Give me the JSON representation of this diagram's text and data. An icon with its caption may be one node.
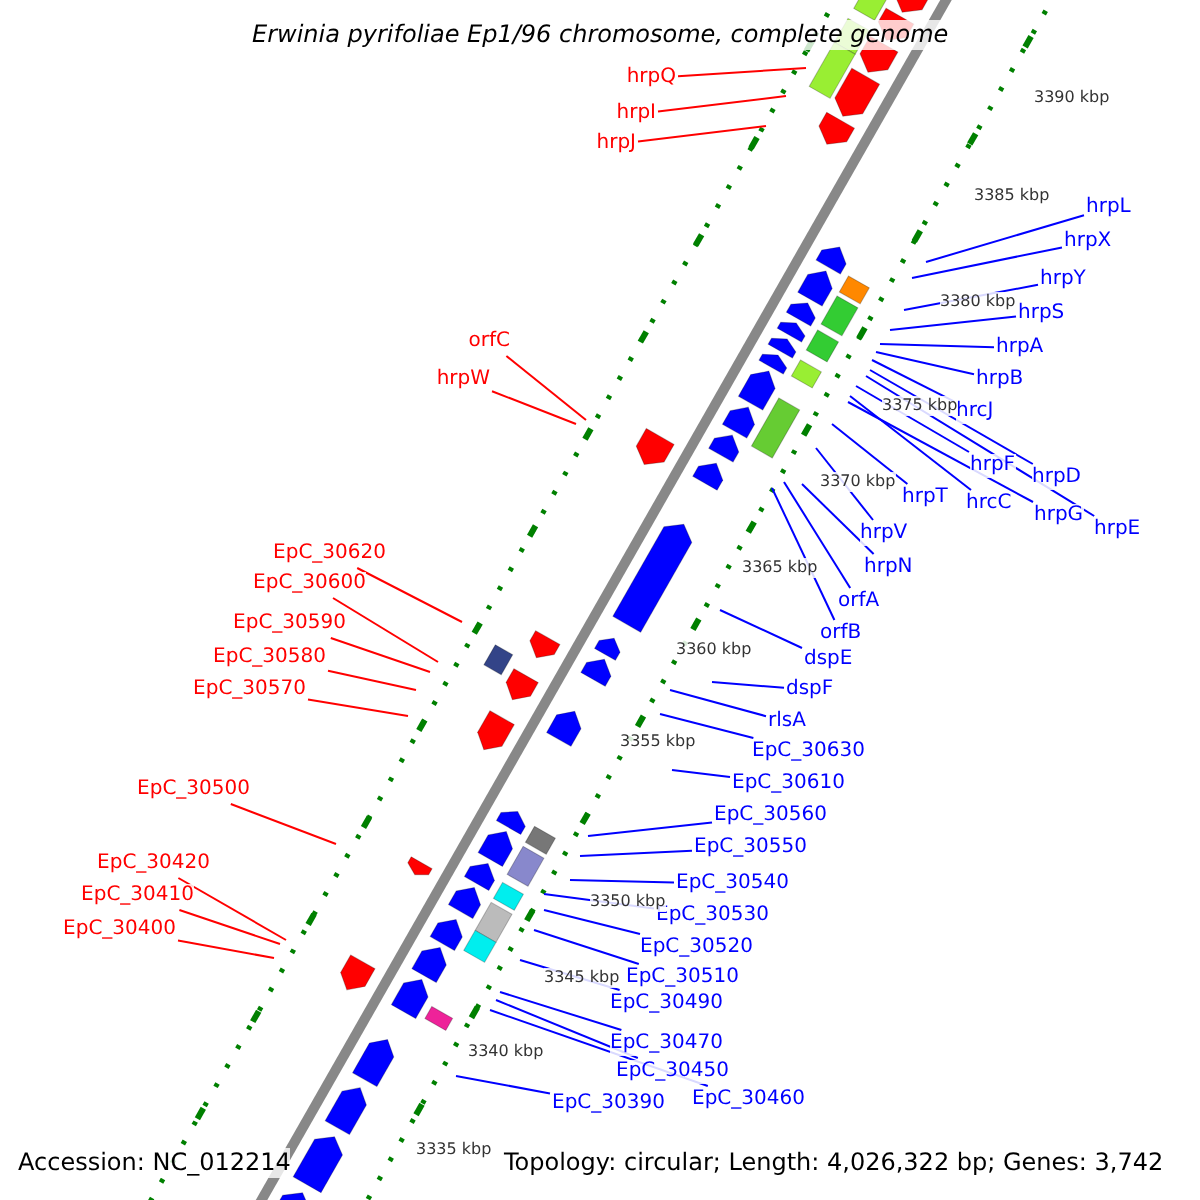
{
  "diagram": {
    "title": "Erwinia pyrifoliae Ep1/96 chromosome, complete genome",
    "nodes": [
      {
        "text": [
          "hrpQ"
        ]
      },
      {
        "text": [
          "hrpI"
        ]
      },
      {
        "text": [
          "hrpJ"
        ]
      },
      {
        "text": [
          "orfC"
        ]
      },
      {
        "text": [
          "hrpW"
        ]
      },
      {
        "text": [
          "EpC_30620"
        ]
      },
      {
        "text": [
          "EpC_30600"
        ]
      },
      {
        "text": [
          "EpC_30590"
        ]
      },
      {
        "text": [
          "EpC_30580"
        ]
      },
      {
        "text": [
          "EpC_30570"
        ]
      },
      {
        "text": [
          "EpC_30500"
        ]
      },
      {
        "text": [
          "EpC_30420"
        ]
      },
      {
        "text": [
          "EpC_30410"
        ]
      },
      {
        "text": [
          "EpC_30400"
        ]
      },
      {
        "text": [
          "hrpL"
        ]
      },
      {
        "text": [
          "hrpX"
        ]
      },
      {
        "text": [
          "hrpY"
        ]
      },
      {
        "text": [
          "hrpS"
        ]
      },
      {
        "text": [
          "hrpA"
        ]
      },
      {
        "text": [
          "hrpB"
        ]
      },
      {
        "text": [
          "hrcJ"
        ]
      },
      {
        "text": [
          "hrpF"
        ]
      },
      {
        "text": [
          "hrpD"
        ]
      },
      {
        "text": [
          "hrcC"
        ]
      },
      {
        "text": [
          "hrpG"
        ]
      },
      {
        "text": [
          "hrpE"
        ]
      },
      {
        "text": [
          "hrpT"
        ]
      },
      {
        "text": [
          "hrpV"
        ]
      },
      {
        "text": [
          "hrpN"
        ]
      },
      {
        "text": [
          "orfA"
        ]
      },
      {
        "text": [
          "orfB"
        ]
      },
      {
        "text": [
          "dspE"
        ]
      },
      {
        "text": [
          "dspF"
        ]
      },
      {
        "text": [
          "rlsA"
        ]
      },
      {
        "text": [
          "EpC_30630"
        ]
      },
      {
        "text": [
          "EpC_30610"
        ]
      },
      {
        "text": [
          "EpC_30560"
        ]
      },
      {
        "text": [
          "EpC_30550"
        ]
      },
      {
        "text": [
          "EpC_30540"
        ]
      },
      {
        "text": [
          "EpC_30530"
        ]
      },
      {
        "text": [
          "EpC_30520"
        ]
      },
      {
        "text": [
          "EpC_30510"
        ]
      },
      {
        "text": [
          "EpC_30490"
        ]
      },
      {
        "text": [
          "EpC_30470"
        ]
      },
      {
        "text": [
          "EpC_30450"
        ]
      },
      {
        "text": [
          "EpC_30460"
        ]
      },
      {
        "text": [
          "EpC_30390"
        ]
      }
    ],
    "edges": [
      {
        "from": 0,
        "to": null,
        "arrow": "none",
        "color": "#ff0000"
      },
      {
        "from": 1,
        "to": null,
        "arrow": "none",
        "color": "#ff0000"
      },
      {
        "from": 2,
        "to": null,
        "arrow": "none",
        "color": "#ff0000"
      },
      {
        "from": 3,
        "to": null,
        "arrow": "none",
        "color": "#ff0000"
      },
      {
        "from": 4,
        "to": null,
        "arrow": "none",
        "color": "#ff0000"
      },
      {
        "from": 5,
        "to": null,
        "arrow": "none",
        "color": "#ff0000"
      },
      {
        "from": 6,
        "to": null,
        "arrow": "none",
        "color": "#ff0000"
      },
      {
        "from": 7,
        "to": null,
        "arrow": "none",
        "color": "#ff0000"
      },
      {
        "from": 8,
        "to": null,
        "arrow": "none",
        "color": "#ff0000"
      },
      {
        "from": 9,
        "to": null,
        "arrow": "none",
        "color": "#ff0000"
      },
      {
        "from": 10,
        "to": null,
        "arrow": "none",
        "color": "#ff0000"
      },
      {
        "from": 11,
        "to": null,
        "arrow": "none",
        "color": "#ff0000"
      },
      {
        "from": 12,
        "to": null,
        "arrow": "none",
        "color": "#ff0000"
      },
      {
        "from": 13,
        "to": null,
        "arrow": "none",
        "color": "#ff0000"
      },
      {
        "from": 14,
        "to": null,
        "arrow": "none"
      },
      {
        "from": 15,
        "to": null,
        "arrow": "none"
      },
      {
        "from": 16,
        "to": null,
        "arrow": "none"
      },
      {
        "from": 17,
        "to": null,
        "arrow": "none"
      },
      {
        "from": 18,
        "to": null,
        "arrow": "none"
      },
      {
        "from": 19,
        "to": null,
        "arrow": "none"
      },
      {
        "from": 20,
        "to": null,
        "arrow": "none"
      },
      {
        "from": 21,
        "to": null,
        "arrow": "none"
      },
      {
        "from": 22,
        "to": null,
        "arrow": "none"
      },
      {
        "from": 23,
        "to": null,
        "arrow": "none"
      },
      {
        "from": 24,
        "to": null,
        "arrow": "none"
      },
      {
        "from": 25,
        "to": null,
        "arrow": "none"
      },
      {
        "from": 26,
        "to": null,
        "arrow": "none"
      },
      {
        "from": 27,
        "to": null,
        "arrow": "none"
      },
      {
        "from": 28,
        "to": null,
        "arrow": "none"
      },
      {
        "from": 29,
        "to": null,
        "arrow": "none"
      },
      {
        "from": 30,
        "to": null,
        "arrow": "none"
      },
      {
        "from": 31,
        "to": null,
        "arrow": "none"
      },
      {
        "from": 32,
        "to": null,
        "arrow": "none"
      },
      {
        "from": 33,
        "to": null,
        "arrow": "none"
      },
      {
        "from": 34,
        "to": null,
        "arrow": "none"
      },
      {
        "from": 35,
        "to": null,
        "arrow": "none"
      },
      {
        "from": 36,
        "to": null,
        "arrow": "none"
      },
      {
        "from": 37,
        "to": null,
        "arrow": "none"
      },
      {
        "from": 38,
        "to": null,
        "arrow": "none"
      },
      {
        "from": 39,
        "to": null,
        "arrow": "none"
      },
      {
        "from": 40,
        "to": null,
        "arrow": "none"
      },
      {
        "from": 41,
        "to": null,
        "arrow": "none"
      },
      {
        "from": 42,
        "to": null,
        "arrow": "none"
      },
      {
        "from": 43,
        "to": null,
        "arrow": "none"
      },
      {
        "from": 44,
        "to": null,
        "arrow": "none"
      },
      {
        "from": 45,
        "to": null,
        "arrow": "none"
      },
      {
        "from": 46,
        "to": null,
        "arrow": "none"
      }
    ],
    "labels": [
      "3390 kbp",
      "3385 kbp",
      "3380 kbp",
      "3375 kbp",
      "3370 kbp",
      "3365 kbp",
      "3360 kbp",
      "3355 kbp",
      "3350 kbp",
      "3345 kbp",
      "3340 kbp",
      "3335 kbp",
      "Accession: NC_012214",
      "Topology: circular; Length: 4,026,322 bp; Genes: 3,742"
    ]
  }
}
